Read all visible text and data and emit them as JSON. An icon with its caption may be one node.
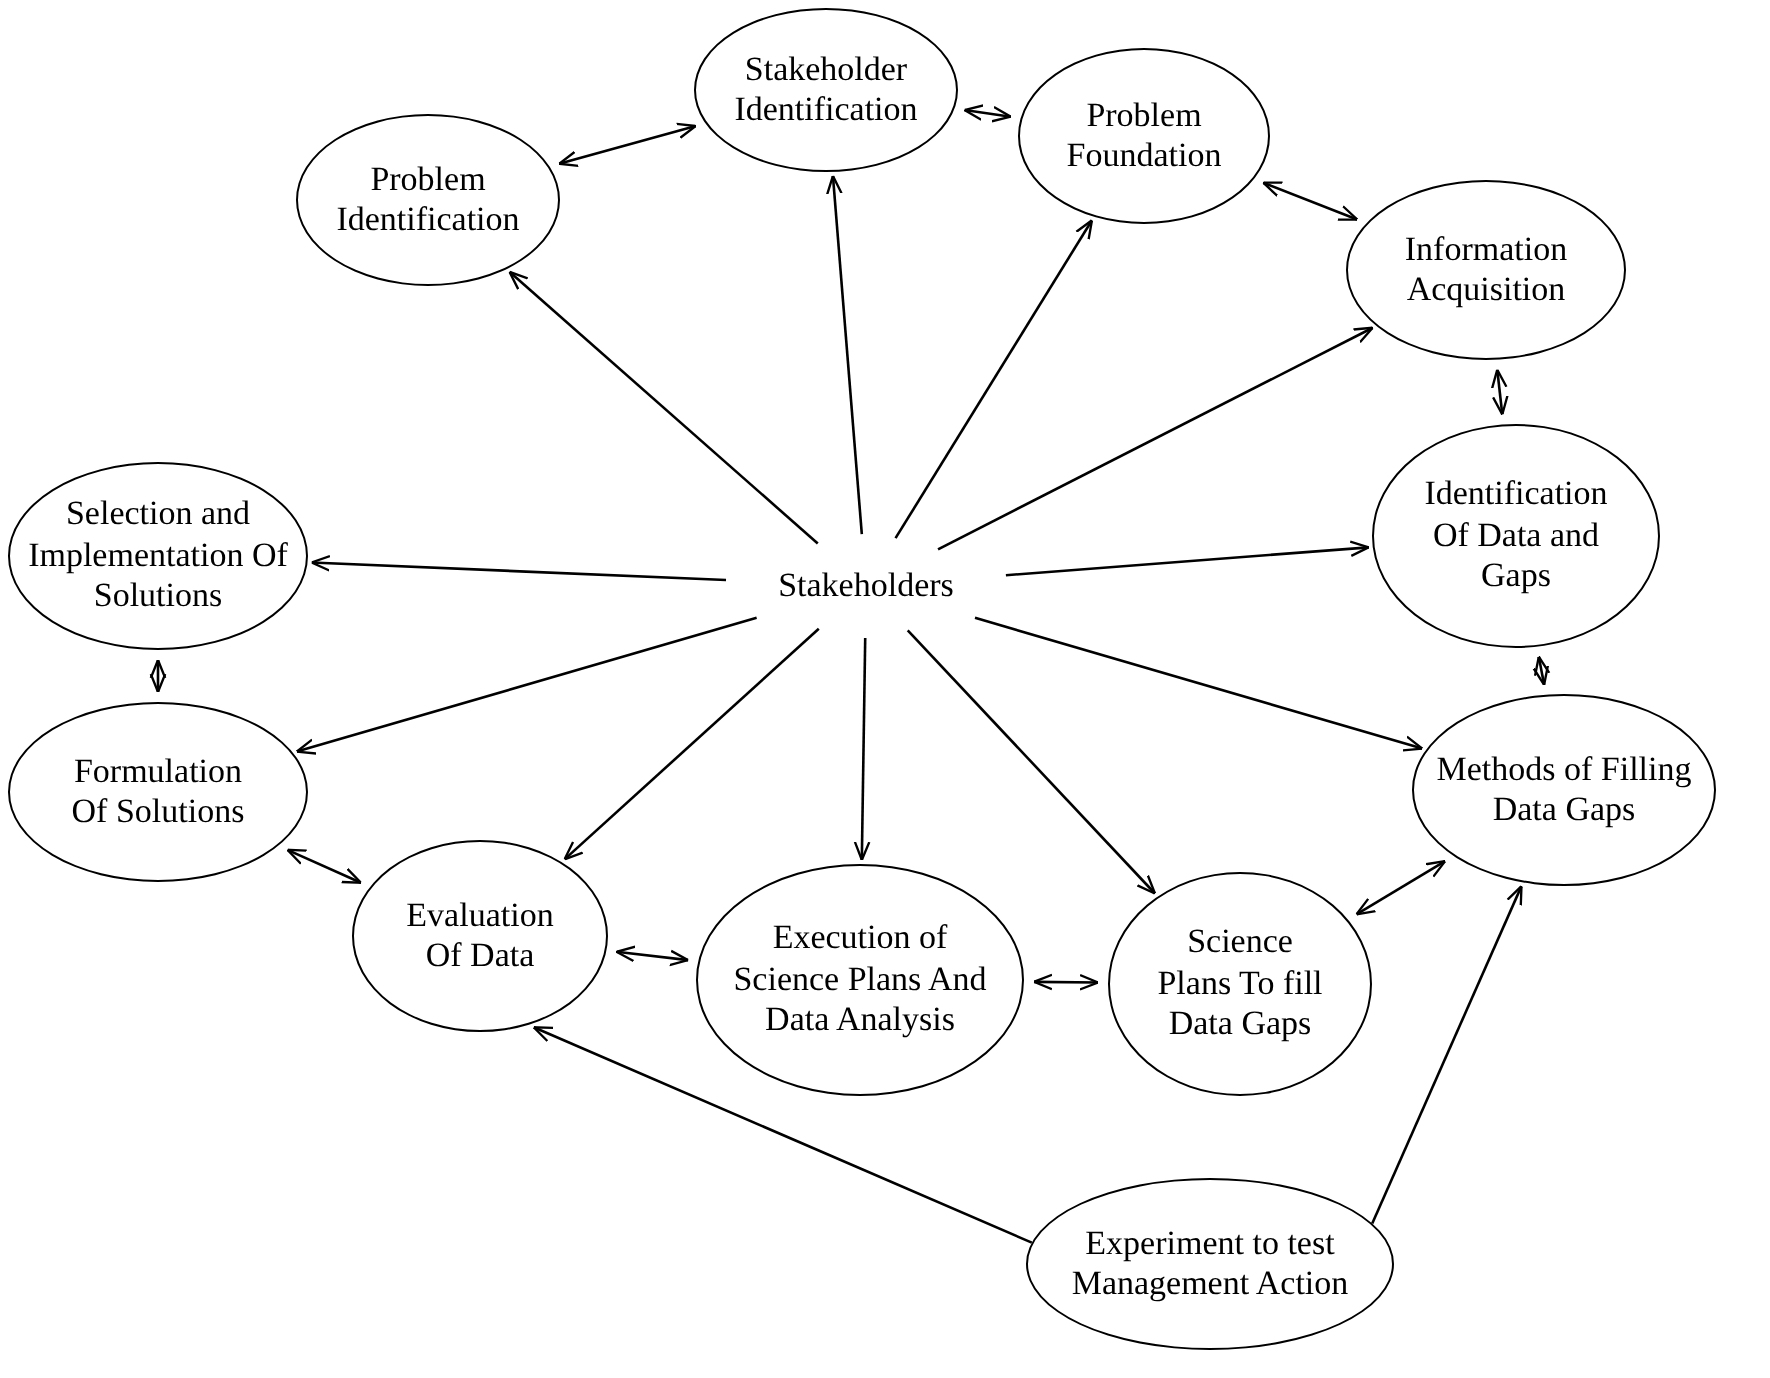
{
  "diagram": {
    "nodes": [
      {
        "text": [
          "Stakeholders"
        ]
      },
      {
        "text": [
          "Problem Identification"
        ]
      },
      {
        "text": [
          "Stakeholder Identification"
        ]
      },
      {
        "text": [
          "Problem Foundation"
        ]
      },
      {
        "text": [
          "Information Acquisition"
        ]
      },
      {
        "text": [
          "Identification Of Data and Gaps"
        ]
      },
      {
        "text": [
          "Methods of Filling Data Gaps"
        ]
      },
      {
        "text": [
          "Science Plans To fill Data Gaps"
        ]
      },
      {
        "text": [
          "Execution of Science Plans And Data Analysis"
        ]
      },
      {
        "text": [
          "Evaluation Of Data"
        ]
      },
      {
        "text": [
          "Formulation Of Solutions"
        ]
      },
      {
        "text": [
          "Selection and Implementation Of Solutions"
        ]
      },
      {
        "text": [
          "Experiment to test Management Action"
        ]
      }
    ],
    "edges": [
      {
        "from": 0,
        "to": 1,
        "arrow": "to"
      },
      {
        "from": 0,
        "to": 2,
        "arrow": "to"
      },
      {
        "from": 0,
        "to": 3,
        "arrow": "to"
      },
      {
        "from": 0,
        "to": 4,
        "arrow": "to"
      },
      {
        "from": 0,
        "to": 5,
        "arrow": "to"
      },
      {
        "from": 0,
        "to": 6,
        "arrow": "to"
      },
      {
        "from": 0,
        "to": 7,
        "arrow": "to"
      },
      {
        "from": 0,
        "to": 8,
        "arrow": "to"
      },
      {
        "from": 0,
        "to": 9,
        "arrow": "to"
      },
      {
        "from": 0,
        "to": 10,
        "arrow": "to"
      },
      {
        "from": 0,
        "to": 11,
        "arrow": "to"
      },
      {
        "from": 1,
        "to": 2,
        "arrow": "both"
      },
      {
        "from": 2,
        "to": 3,
        "arrow": "both"
      },
      {
        "from": 3,
        "to": 4,
        "arrow": "both"
      },
      {
        "from": 4,
        "to": 5,
        "arrow": "both"
      },
      {
        "from": 5,
        "to": 6,
        "arrow": "both"
      },
      {
        "from": 6,
        "to": 7,
        "arrow": "both"
      },
      {
        "from": 7,
        "to": 8,
        "arrow": "both"
      },
      {
        "from": 8,
        "to": 9,
        "arrow": "both"
      },
      {
        "from": 9,
        "to": 10,
        "arrow": "both"
      },
      {
        "from": 10,
        "to": 11,
        "arrow": "both"
      },
      {
        "from": 12,
        "to": 9,
        "arrow": "to"
      },
      {
        "from": 12,
        "to": 6,
        "arrow": "to"
      }
    ]
  }
}
